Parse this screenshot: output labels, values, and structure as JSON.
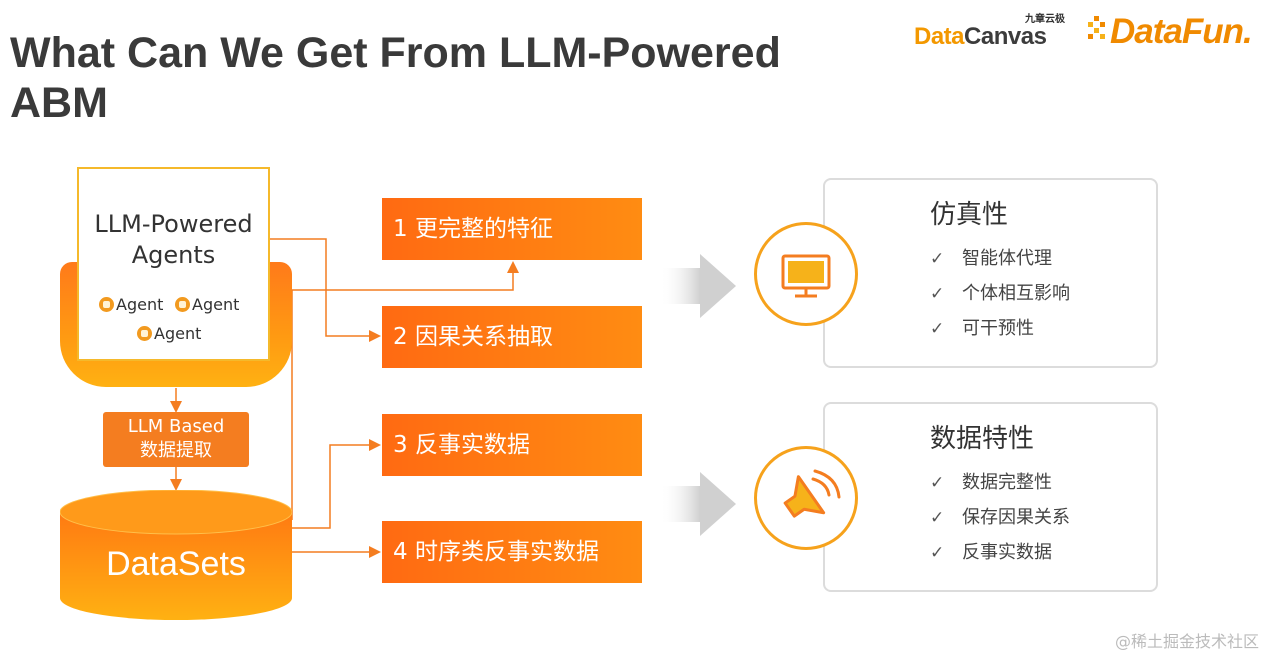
{
  "slide": {
    "title": "What Can We Get From LLM-Powered ABM"
  },
  "logos": {
    "datacanvas_cn": "九章云极",
    "datacanvas_a": "Data",
    "datacanvas_b": "Canvas",
    "datafun": "DataFun."
  },
  "agents_box": {
    "name_line1": "LLM-Powered",
    "name_line2": "Agents",
    "agents": [
      "Agent",
      "Agent",
      "Agent"
    ]
  },
  "extraction": {
    "line1": "LLM Based",
    "line2": "数据提取"
  },
  "dataset": {
    "label": "DataSets"
  },
  "features": [
    {
      "label": "1 更完整的特征"
    },
    {
      "label": "2 因果关系抽取"
    },
    {
      "label": "3 反事实数据"
    },
    {
      "label": "4 时序类反事实数据"
    }
  ],
  "panels": [
    {
      "icon": "monitor-icon",
      "title": "仿真性",
      "items": [
        "智能体代理",
        "个体相互影响",
        "可干预性"
      ]
    },
    {
      "icon": "speaker-icon",
      "title": "数据特性",
      "items": [
        "数据完整性",
        "保存因果关系",
        "反事实数据"
      ]
    }
  ],
  "watermark": "@稀土掘金技术社区",
  "colors": {
    "accent": "#ff7a12",
    "accent_light": "#f6a21c",
    "border": "#dcdcdc"
  }
}
